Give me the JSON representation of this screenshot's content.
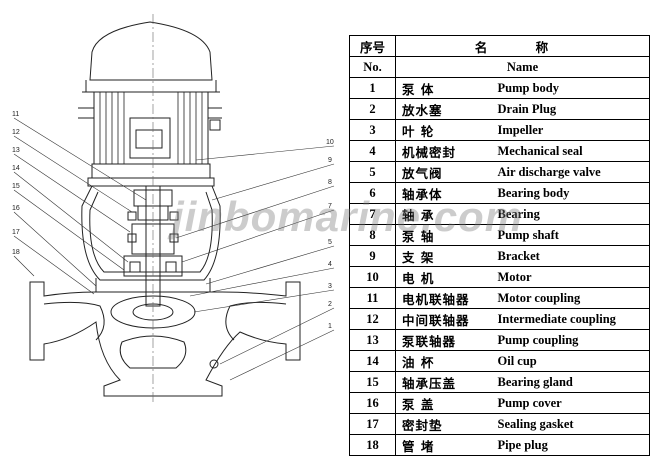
{
  "table": {
    "header": {
      "cn_no": "序号",
      "en_no": "No.",
      "cn_name": "名 称",
      "en_name": "Name"
    },
    "rows": [
      {
        "no": "1",
        "cn": "泵 体",
        "en": "Pump body"
      },
      {
        "no": "2",
        "cn": "放水塞",
        "en": "Drain Plug"
      },
      {
        "no": "3",
        "cn": "叶 轮",
        "en": "Impeller"
      },
      {
        "no": "4",
        "cn": "机械密封",
        "en": "Mechanical seal"
      },
      {
        "no": "5",
        "cn": "放气阀",
        "en": "Air discharge valve"
      },
      {
        "no": "6",
        "cn": "轴承体",
        "en": "Bearing body"
      },
      {
        "no": "7",
        "cn": "轴 承",
        "en": "Bearing"
      },
      {
        "no": "8",
        "cn": "泵 轴",
        "en": "Pump shaft"
      },
      {
        "no": "9",
        "cn": "支 架",
        "en": "Bracket"
      },
      {
        "no": "10",
        "cn": "电 机",
        "en": "Motor"
      },
      {
        "no": "11",
        "cn": "电机联轴器",
        "en": "Motor coupling"
      },
      {
        "no": "12",
        "cn": "中间联轴器",
        "en": "Intermediate coupling"
      },
      {
        "no": "13",
        "cn": "泵联轴器",
        "en": "Pump coupling"
      },
      {
        "no": "14",
        "cn": "油 杯",
        "en": "Oil cup"
      },
      {
        "no": "15",
        "cn": "轴承压盖",
        "en": "Bearing gland"
      },
      {
        "no": "16",
        "cn": "泵 盖",
        "en": "Pump cover"
      },
      {
        "no": "17",
        "cn": "密封垫",
        "en": "Sealing gasket"
      },
      {
        "no": "18",
        "cn": "管 堵",
        "en": "Pipe plug"
      }
    ]
  },
  "diagram": {
    "callouts_left": [
      "11",
      "12",
      "13",
      "14",
      "15",
      "16",
      "17",
      "18"
    ],
    "callouts_right": [
      "10",
      "9",
      "8",
      "7",
      "5",
      "4",
      "3",
      "2",
      "1"
    ]
  },
  "watermark": "jinbomarine.com"
}
